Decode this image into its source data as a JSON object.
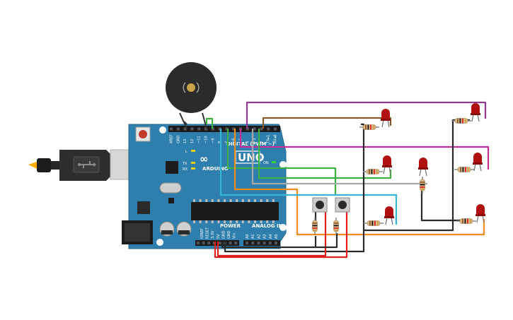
{
  "board": {
    "logo_infinity": "∞",
    "logo_text": "ARDUINO",
    "model": "UNO",
    "digital_label": "DIGITAL (PWM ~)",
    "power_label": "POWER",
    "analog_label": "ANALOG IN",
    "l_label": "L",
    "tx_label": "TX",
    "rx_label": "RX",
    "on_label": "ON",
    "digital_pins": [
      "AREF",
      "GND",
      "13",
      "12",
      "~11",
      "~10",
      "~9",
      "8",
      "7",
      "~6",
      "~5",
      "4",
      "~3",
      "2",
      "TX▸1",
      "RX◂0"
    ],
    "power_pins": [
      "IOREF",
      "RESET",
      "3.3V",
      "5V",
      "GND",
      "GND",
      "Vin"
    ],
    "analog_pins": [
      "A0",
      "A1",
      "A2",
      "A3",
      "A4",
      "A5"
    ]
  },
  "colors": {
    "board": "#2f7fae",
    "board_dark": "#1f5f88",
    "led": "#b01010",
    "buzzer": "#2b2b2b",
    "wire_purple": "#8e3b8e",
    "wire_brown": "#8b5a2b",
    "wire_magenta": "#c2309a",
    "wire_green": "#3cb043",
    "wire_orange": "#f08c1a",
    "wire_gray": "#a8a8a8",
    "wire_cyan": "#36b4d6",
    "wire_black": "#2a2a2a",
    "wire_red": "#e02020"
  }
}
